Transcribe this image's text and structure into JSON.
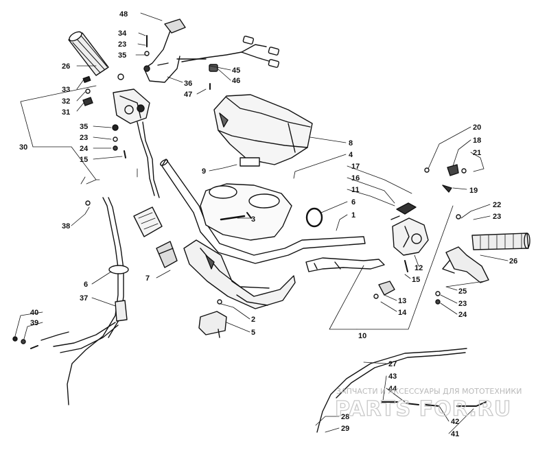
{
  "diagram": {
    "callouts": [
      "48",
      "34",
      "23",
      "35",
      "26",
      "33",
      "32",
      "31",
      "30",
      "35",
      "23",
      "24",
      "15",
      "36",
      "45",
      "46",
      "47",
      "8",
      "4",
      "9",
      "20",
      "18",
      "21",
      "17",
      "16",
      "11",
      "19",
      "6",
      "1",
      "3",
      "38",
      "22",
      "23",
      "26",
      "12",
      "15",
      "25",
      "23",
      "24",
      "13",
      "14",
      "7",
      "6",
      "37",
      "40",
      "39",
      "2",
      "5",
      "10",
      "27",
      "43",
      "44",
      "28",
      "29",
      "42",
      "41"
    ]
  },
  "watermark": {
    "line1": "ЗАПЧАСТИ И АКСЕССУАРЫ ДЛЯ МОТОТЕХНИКИ",
    "line2": "PARTS FOR.RU"
  }
}
